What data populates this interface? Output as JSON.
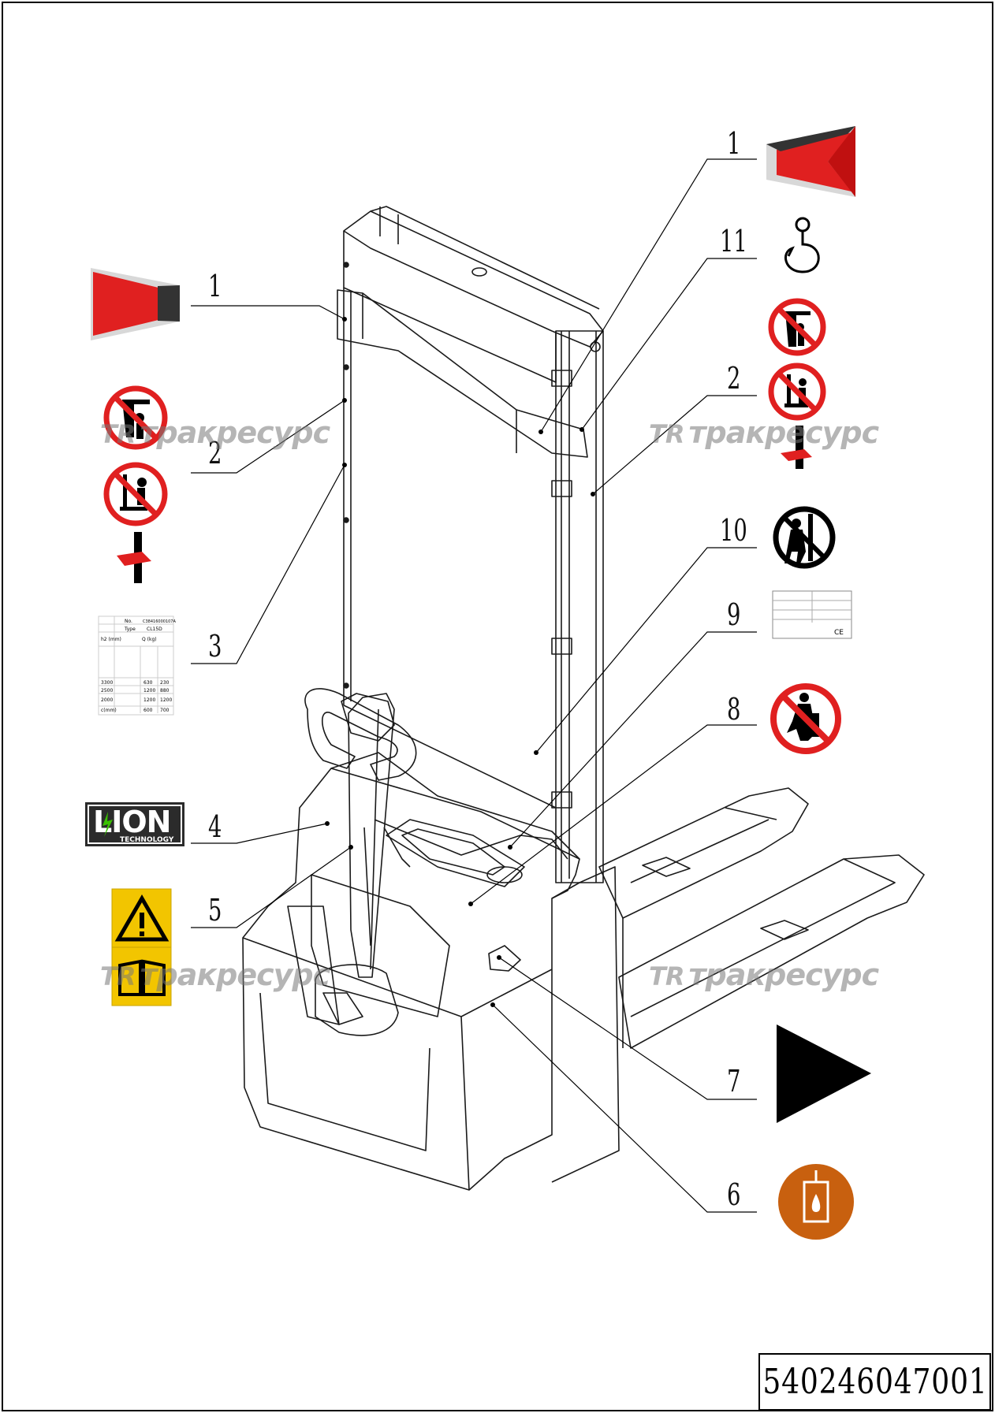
{
  "callouts": [
    {
      "num": "1"
    },
    {
      "num": "11"
    },
    {
      "num": "1"
    },
    {
      "num": "2"
    },
    {
      "num": "2"
    },
    {
      "num": "10"
    },
    {
      "num": "9"
    },
    {
      "num": "3"
    },
    {
      "num": "8"
    },
    {
      "num": "4"
    },
    {
      "num": "5"
    },
    {
      "num": "7"
    },
    {
      "num": "6"
    }
  ],
  "watermark": {
    "text": "тракресурс",
    "logo": "TR"
  },
  "part_number": "540246047001",
  "load_chart_label": {
    "no_label": "No.",
    "no_value": "С38416000107А",
    "type_label": "Type",
    "type_value": "CL15D",
    "h_label": "h2 (mm)",
    "q_label": "Q (kg)",
    "rows": [
      [
        "3300",
        "630",
        "230"
      ],
      [
        "2500",
        "1200",
        "880"
      ],
      [
        "2000",
        "1200",
        "1200"
      ]
    ],
    "foot": [
      "c(mm)",
      "600",
      "700"
    ]
  },
  "lion_label": {
    "big": "LION",
    "small": "TECHNOLOGY"
  },
  "icons": {
    "reflector_top_right": "red-reflector-icon",
    "reflector_left": "red-reflector-icon",
    "hook": "lifting-hook-icon",
    "no_standing": "no-standing-under-load-icon",
    "no_riding": "no-riding-on-forks-icon",
    "crush": "hand-crush-warning-icon",
    "no_passing": "no-passing-through-mast-icon",
    "no_pushing": "no-pushing-person-icon",
    "warning_manual": "warning-read-manual-icon",
    "direction": "direction-arrow-icon",
    "oil": "hydraulic-oil-icon"
  },
  "colors": {
    "red": "#e02020",
    "yellow": "#f2c500",
    "orange": "#c8600f",
    "black": "#000000"
  }
}
